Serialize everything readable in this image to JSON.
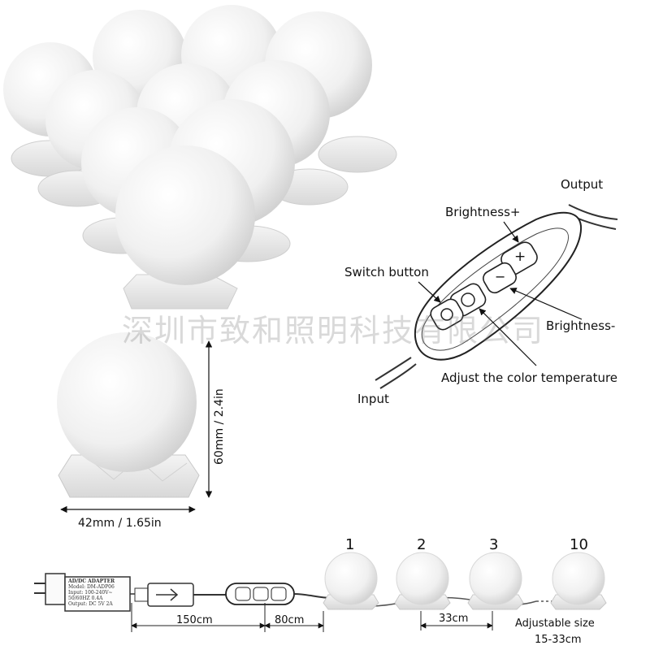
{
  "watermark": "深圳市致和照明科技有限公司",
  "controller": {
    "labels": {
      "output": "Output",
      "brightness_plus": "Brightness+",
      "switch_button": "Switch button",
      "brightness_minus": "Brightness-",
      "adjust_color": "Adjust the color temperature",
      "input": "Input"
    },
    "symbols": {
      "plus": "+",
      "minus": "−"
    }
  },
  "dimensions": {
    "width": "42mm / 1.65in",
    "height": "60mm / 2.4in"
  },
  "strip": {
    "bulb_numbers": [
      "1",
      "2",
      "3",
      "10"
    ],
    "adapter_title": "AD/DC ADAPTER",
    "adapter_lines": [
      "Model: DM-ADP06",
      "Input: 100-240V~",
      "50/60HZ 0.4A",
      "Output: DC 5V 2A"
    ],
    "cable_1": "150cm",
    "cable_2": "80cm",
    "spacing": "33cm",
    "adjustable": "Adjustable size",
    "adjustable_range": "15-33cm"
  },
  "colors": {
    "bulb_light": "#f6f6f6",
    "bulb_shadow": "#cfcfcf",
    "base": "#e8e8e8",
    "line": "#222222"
  }
}
